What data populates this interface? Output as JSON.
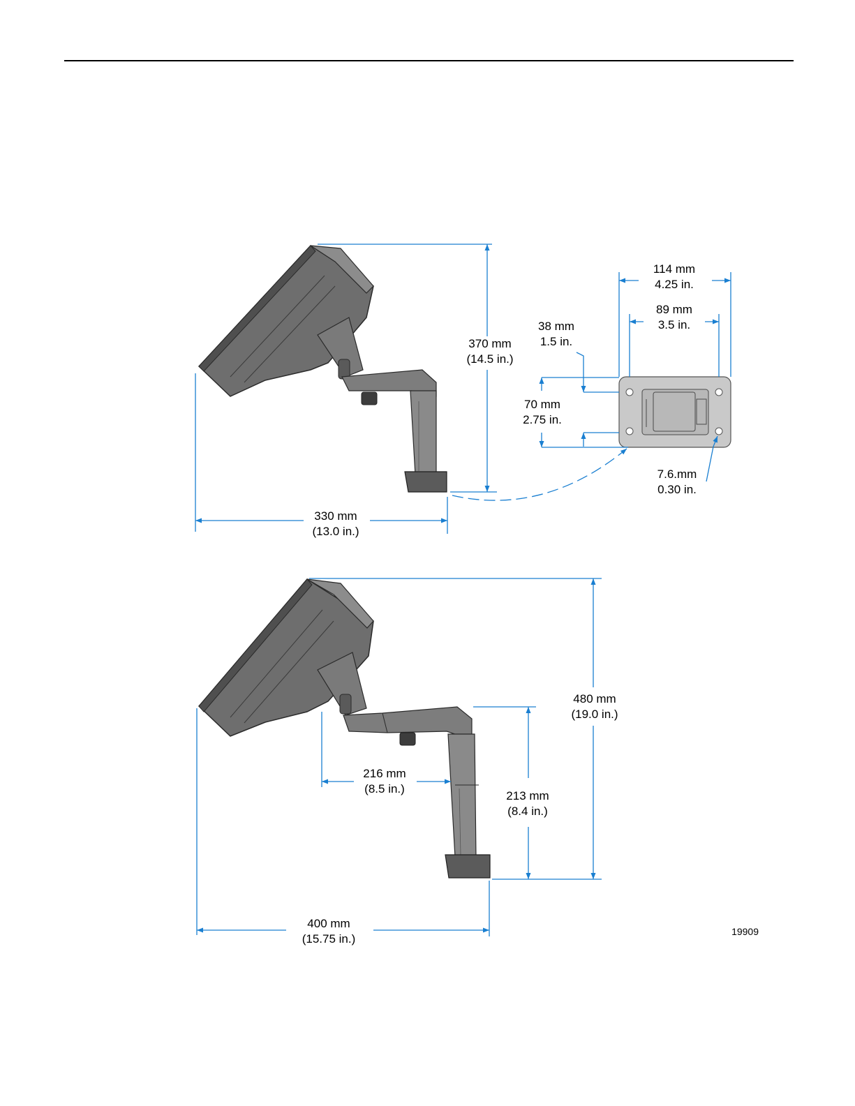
{
  "figure": {
    "id": "19909",
    "dimension_color": "#1a7fd1",
    "body_color": "#6e6e6e",
    "plate_color": "#c9c9c9",
    "top_view": {
      "height": {
        "mm": "370 mm",
        "in": "(14.5 in.)"
      },
      "depth": {
        "mm": "330 mm",
        "in": "(13.0 in.)"
      }
    },
    "base_plate": {
      "outer_width": {
        "mm": "114 mm",
        "in": "4.25 in."
      },
      "hole_spacing_x": {
        "mm": "89 mm",
        "in": "3.5 in."
      },
      "edge_offset": {
        "mm": "38 mm",
        "in": "1.5 in."
      },
      "hole_spacing_y": {
        "mm": "70 mm",
        "in": "2.75 in."
      },
      "hole_diameter": {
        "mm": "7.6.mm",
        "in": "0.30 in."
      }
    },
    "bottom_view": {
      "height": {
        "mm": "480 mm",
        "in": "(19.0 in.)"
      },
      "arm_reach": {
        "mm": "216 mm",
        "in": "(8.5 in.)"
      },
      "pole_height": {
        "mm": "213 mm",
        "in": "(8.4 in.)"
      },
      "depth": {
        "mm": "400 mm",
        "in": "(15.75 in.)"
      }
    }
  }
}
